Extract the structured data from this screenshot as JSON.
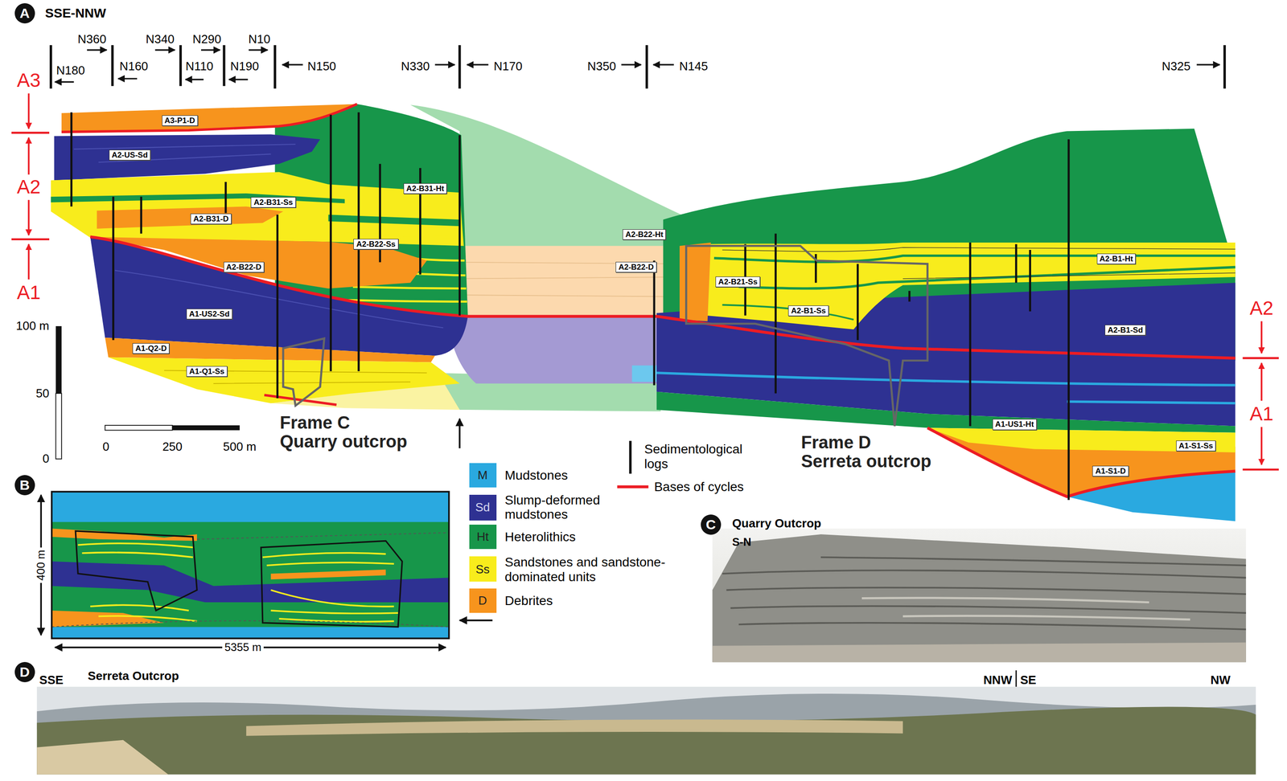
{
  "diagram": {
    "nodes": [
      {
        "text": [
          "A"
        ]
      },
      {
        "text": [
          "A3-P1-D"
        ]
      },
      {
        "text": [
          "A2-US-Sd"
        ]
      },
      {
        "text": [
          "A2-B31-Ht"
        ]
      },
      {
        "text": [
          "A2-B31-Ss"
        ]
      },
      {
        "text": [
          "A2-B31-D"
        ]
      },
      {
        "text": [
          "A2-B22-Ss"
        ]
      },
      {
        "text": [
          "A2-B22-D"
        ]
      },
      {
        "text": [
          "A1-US2-Sd"
        ]
      },
      {
        "text": [
          "A1-Q2-D"
        ]
      },
      {
        "text": [
          "A1-Q1-Ss"
        ]
      },
      {
        "text": [
          "A2-B22-Ht"
        ]
      },
      {
        "text": [
          "A2-B22-D"
        ]
      },
      {
        "text": [
          "A2-B21-Ss"
        ]
      },
      {
        "text": [
          "A2-B1-Ss"
        ]
      },
      {
        "text": [
          "A2-B1-Ht"
        ]
      },
      {
        "text": [
          "A2-B1-Sd"
        ]
      },
      {
        "text": [
          "A1-US1-Ht"
        ]
      },
      {
        "text": [
          "A1-S1-Ss"
        ]
      },
      {
        "text": [
          "A1-S1-D"
        ]
      },
      {
        "text": [
          "B"
        ]
      },
      {
        "text": [
          "C"
        ]
      },
      {
        "text": [
          "D"
        ]
      }
    ],
    "labels": [
      "SSE-NNW",
      "N360",
      "N340",
      "N290",
      "N10",
      "N180",
      "N160",
      "N110",
      "N190",
      "N150",
      "N330",
      "N170",
      "N350",
      "N145",
      "N325",
      "A3",
      "A2",
      "A1",
      "A2",
      "A1",
      "100 m",
      "50",
      "0",
      "0",
      "250",
      "500 m",
      "Frame C",
      "Quarry outcrop",
      "Frame D",
      "Serreta outcrop",
      "M",
      "Sd",
      "Ht",
      "Ss",
      "D",
      "400 m",
      "5355 m",
      "Quarry Outcrop",
      "S-N",
      "SSE",
      "Serreta Outcrop",
      "NNW",
      "SE",
      "NW"
    ],
    "legend": [
      {
        "text": "Mudstones",
        "color": "#2aa9e0"
      },
      {
        "text": "Slump-deformed mudstones",
        "color": "#2e3192"
      },
      {
        "text": "Heterolithics",
        "color": "#17964a"
      },
      {
        "text": "Sandstones and sandstone-dominated units",
        "color": "#f8ec1c"
      },
      {
        "text": "Debrites",
        "color": "#f7941d"
      },
      {
        "text": "Sedimentological logs"
      },
      {
        "text": "Bases of cycles"
      }
    ]
  }
}
